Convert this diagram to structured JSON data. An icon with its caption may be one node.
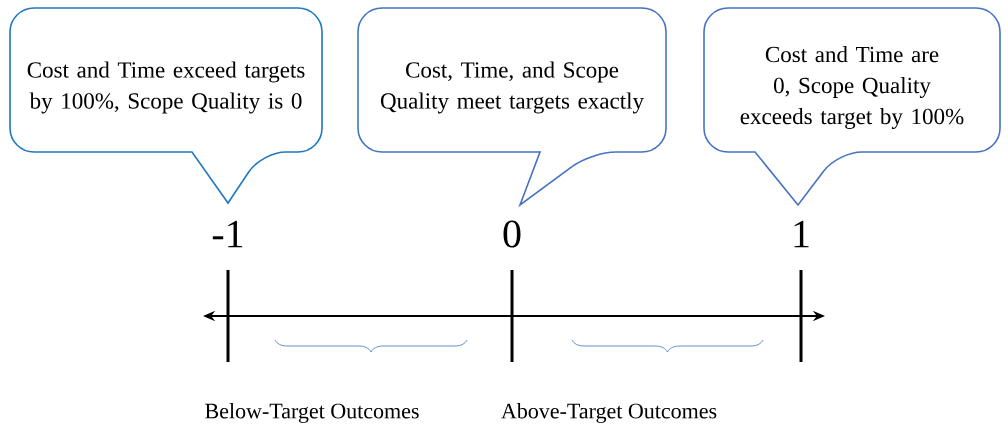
{
  "diagram": {
    "nodes": [
      {
        "text": [
          "Cost and Time exceed targets by 100%, Scope Quality is 0"
        ]
      },
      {
        "text": [
          "Cost, Time, and Scope Quality meet targets exactly"
        ]
      },
      {
        "text": [
          "Cost and Time are 0, Scope Quality exceeds target by 100%"
        ]
      }
    ],
    "labels": [
      "-1",
      "0",
      "1",
      "Below-Target Outcomes",
      "Above-Target Outcomes"
    ]
  }
}
